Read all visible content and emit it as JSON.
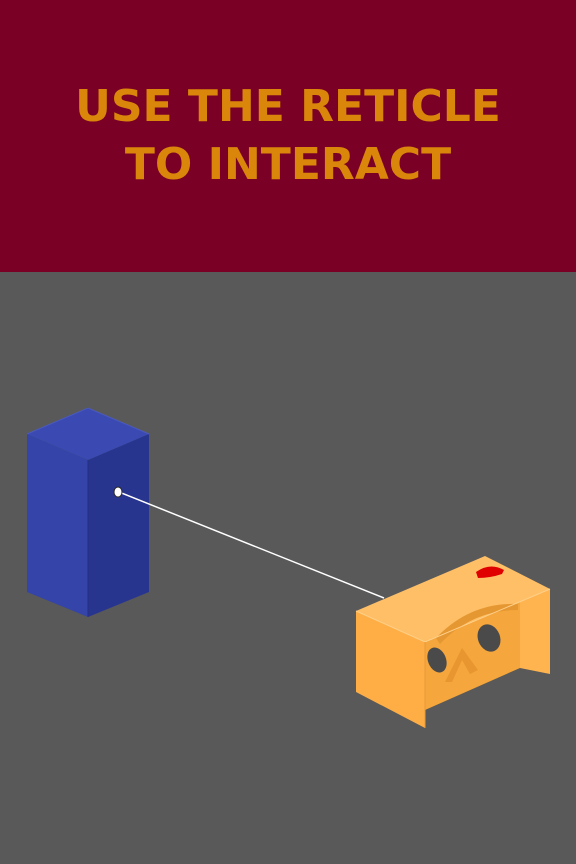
{
  "header": {
    "line1": "USE THE RETICLE",
    "line2": "TO INTERACT"
  },
  "colors": {
    "header_bg": "#7a0026",
    "headline_text": "#d9860a",
    "scene_bg": "#595959",
    "cube_front": "#2f3ea0",
    "cube_side": "#27338c",
    "cube_top": "#3949b0",
    "viewer_body": "#ffb24d",
    "viewer_button": "#e00000",
    "reticle_line": "#ffffff"
  },
  "icons": {
    "target": "blue-box-target",
    "reticle": "reticle-dot-icon",
    "viewer": "cardboard-vr-viewer-icon"
  }
}
